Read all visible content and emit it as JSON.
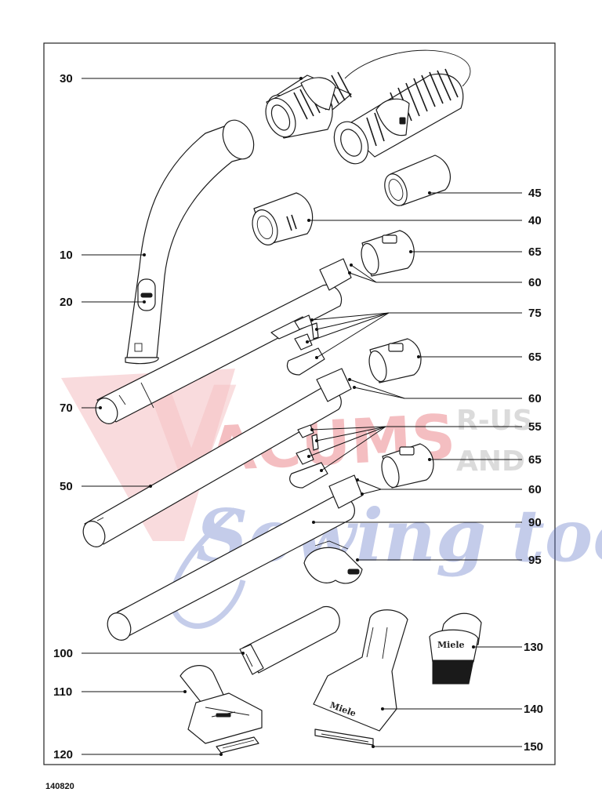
{
  "diagram": {
    "callouts": [
      "30",
      "10",
      "20",
      "70",
      "50",
      "45",
      "40",
      "65",
      "60",
      "75",
      "65",
      "60",
      "55",
      "65",
      "60",
      "90",
      "95",
      "100",
      "110",
      "120",
      "130",
      "140",
      "150"
    ],
    "footer_code": "140820",
    "branding": {
      "part_140": "Miele",
      "part_130": "Miele"
    },
    "watermark": {
      "line1": "ACUMS",
      "line1_initial": "V",
      "tag1": "R-US",
      "tag2": "AND",
      "line2": "Sewing too"
    },
    "colors": {
      "watermark_red": "#e0474f",
      "watermark_blue": "#5a6fc4",
      "watermark_grey": "#9a9a9a"
    }
  }
}
